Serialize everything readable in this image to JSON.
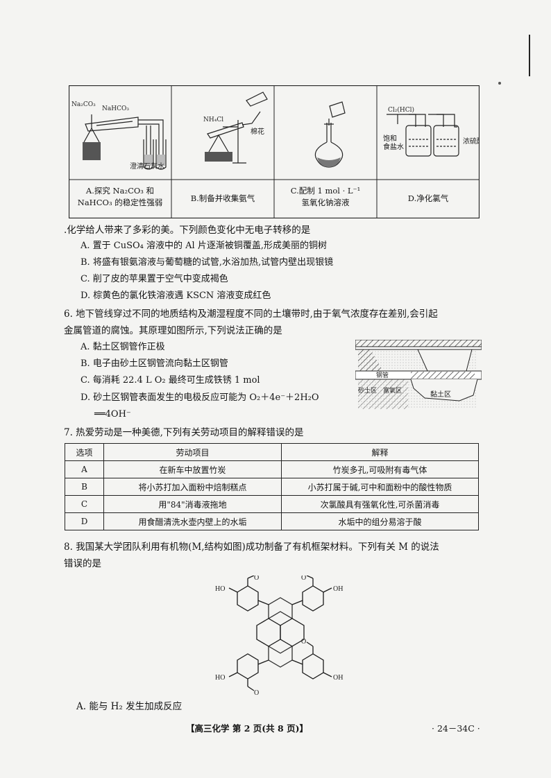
{
  "apparatus": {
    "labels": {
      "a_na2co3": "Na₂CO₃",
      "a_nahco3": "NaHCO₃",
      "a_limewater": "澄清石灰水",
      "b_nh4cl": "NH₄Cl",
      "b_cotton": "棉花",
      "d_cl2hcl": "Cl₂(HCl)",
      "d_brine": "饱和\n食盐水",
      "d_acid": "浓硫酸"
    },
    "captions": [
      "A.探究 Na₂CO₃ 和\nNaHCO₃ 的稳定性强弱",
      "B.制备并收集氨气",
      "C.配制 1 mol · L⁻¹\n氢氧化钠溶液",
      "D.净化氯气"
    ]
  },
  "q5": {
    "stem": ".化学给人带来了多彩的美。下列颜色变化中无电子转移的是",
    "options": [
      "A. 置于 CuSO₄ 溶液中的 Al 片逐渐被铜覆盖,形成美丽的铜树",
      "B. 将盛有银氨溶液与葡萄糖的试管,水浴加热,试管内壁出现银镜",
      "C. 削了皮的苹果置于空气中变成褐色",
      "D. 棕黄色的氯化铁溶液遇 KSCN 溶液变成红色"
    ]
  },
  "q6": {
    "stem_line1": "6. 地下管线穿过不同的地质结构及潮湿程度不同的土壤带时,由于氧气浓度存在差别,会引起",
    "stem_line2": "金属管道的腐蚀。其原理如图所示,下列说法正确的是",
    "options": [
      "A. 黏土区钢管作正极",
      "B. 电子由砂土区钢管流向黏土区钢管",
      "C. 每消耗 22.4 L O₂ 最终可生成铁锈 1 mol",
      "D. 砂土区钢管表面发生的电极反应可能为 O₂＋4e⁻＋2H₂O"
    ],
    "option_d_cont": "══4OH⁻",
    "figure_labels": {
      "pipe": "钢管",
      "sand": "砂土区",
      "moist": "富氧区",
      "clay": "黏土区"
    }
  },
  "q7": {
    "stem": "7. 热爱劳动是一种美德,下列有关劳动项目的解释错误的是",
    "headers": [
      "选项",
      "劳动项目",
      "解释"
    ],
    "rows": [
      [
        "A",
        "在新车中放置竹炭",
        "竹炭多孔,可吸附有毒气体"
      ],
      [
        "B",
        "将小苏打加入面粉中焙制糕点",
        "小苏打属于碱,可中和面粉中的酸性物质"
      ],
      [
        "C",
        "用\"84\"消毒液拖地",
        "次氯酸具有强氧化性,可杀菌消毒"
      ],
      [
        "D",
        "用食醋清洗水壶内壁上的水垢",
        "水垢中的组分易溶于酸"
      ]
    ]
  },
  "q8": {
    "stem_line1": "8. 我国某大学团队利用有机物(M,结构如图)成功制备了有机框架材料。下列有关 M 的说法",
    "stem_line2": "错误的是",
    "struct_labels": {
      "oh": "HO",
      "oh2": "OH",
      "o": "O"
    },
    "option_a": "A. 能与 H₂ 发生加成反应"
  },
  "footer": {
    "center": "【高三化学  第 2 页(共 8 页)】",
    "right": "· 24－34C ·"
  }
}
